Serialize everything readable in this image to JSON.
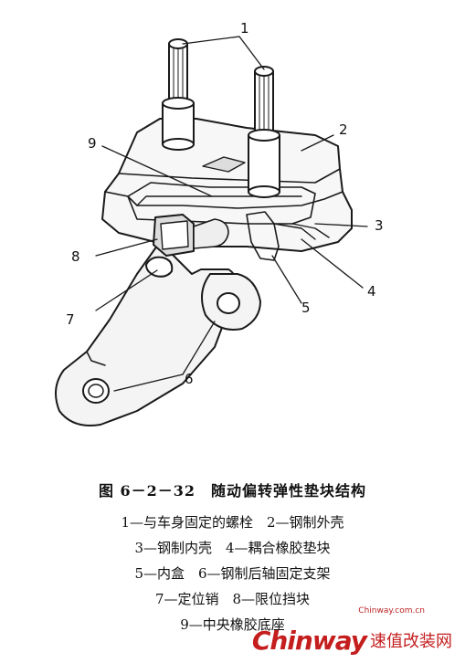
{
  "callouts": {
    "c1": "1",
    "c2": "2",
    "c3": "3",
    "c4": "4",
    "c5": "5",
    "c6": "6",
    "c7": "7",
    "c8": "8",
    "c9": "9"
  },
  "caption": {
    "title": "图 6－2－32　随动偏转弹性垫块结构",
    "lines": [
      "1—与车身固定的螺栓　2—钢制外壳",
      "3—钢制内壳　4—耦合橡胶垫块",
      "5—内盒　6—钢制后轴固定支架",
      "7—定位销　8—限位挡块",
      "9—中央橡胶底座"
    ]
  },
  "watermark": {
    "url": "Chinway.com.cn",
    "logo": "Chinway",
    "cn": "速值改装网"
  }
}
